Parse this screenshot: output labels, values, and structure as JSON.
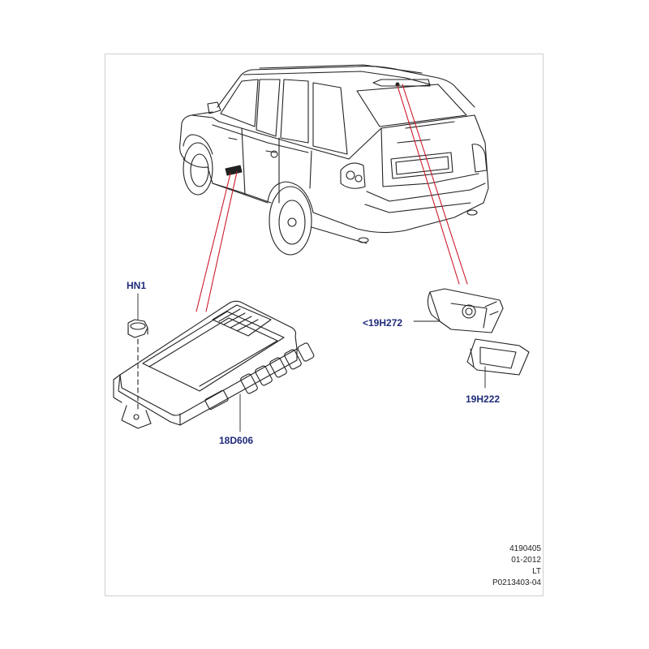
{
  "callouts": {
    "hn1": "HN1",
    "p18d606": "18D606",
    "p19h272": "<19H272",
    "p19h222": "19H222"
  },
  "meta": {
    "line1": "4190405",
    "line2": "01-2012",
    "line3": "LT",
    "line4": "P0213403-04"
  },
  "colors": {
    "callout_text": "#1f2a7a",
    "leader_line": "#cc1b2b",
    "drawing": "#222222"
  }
}
